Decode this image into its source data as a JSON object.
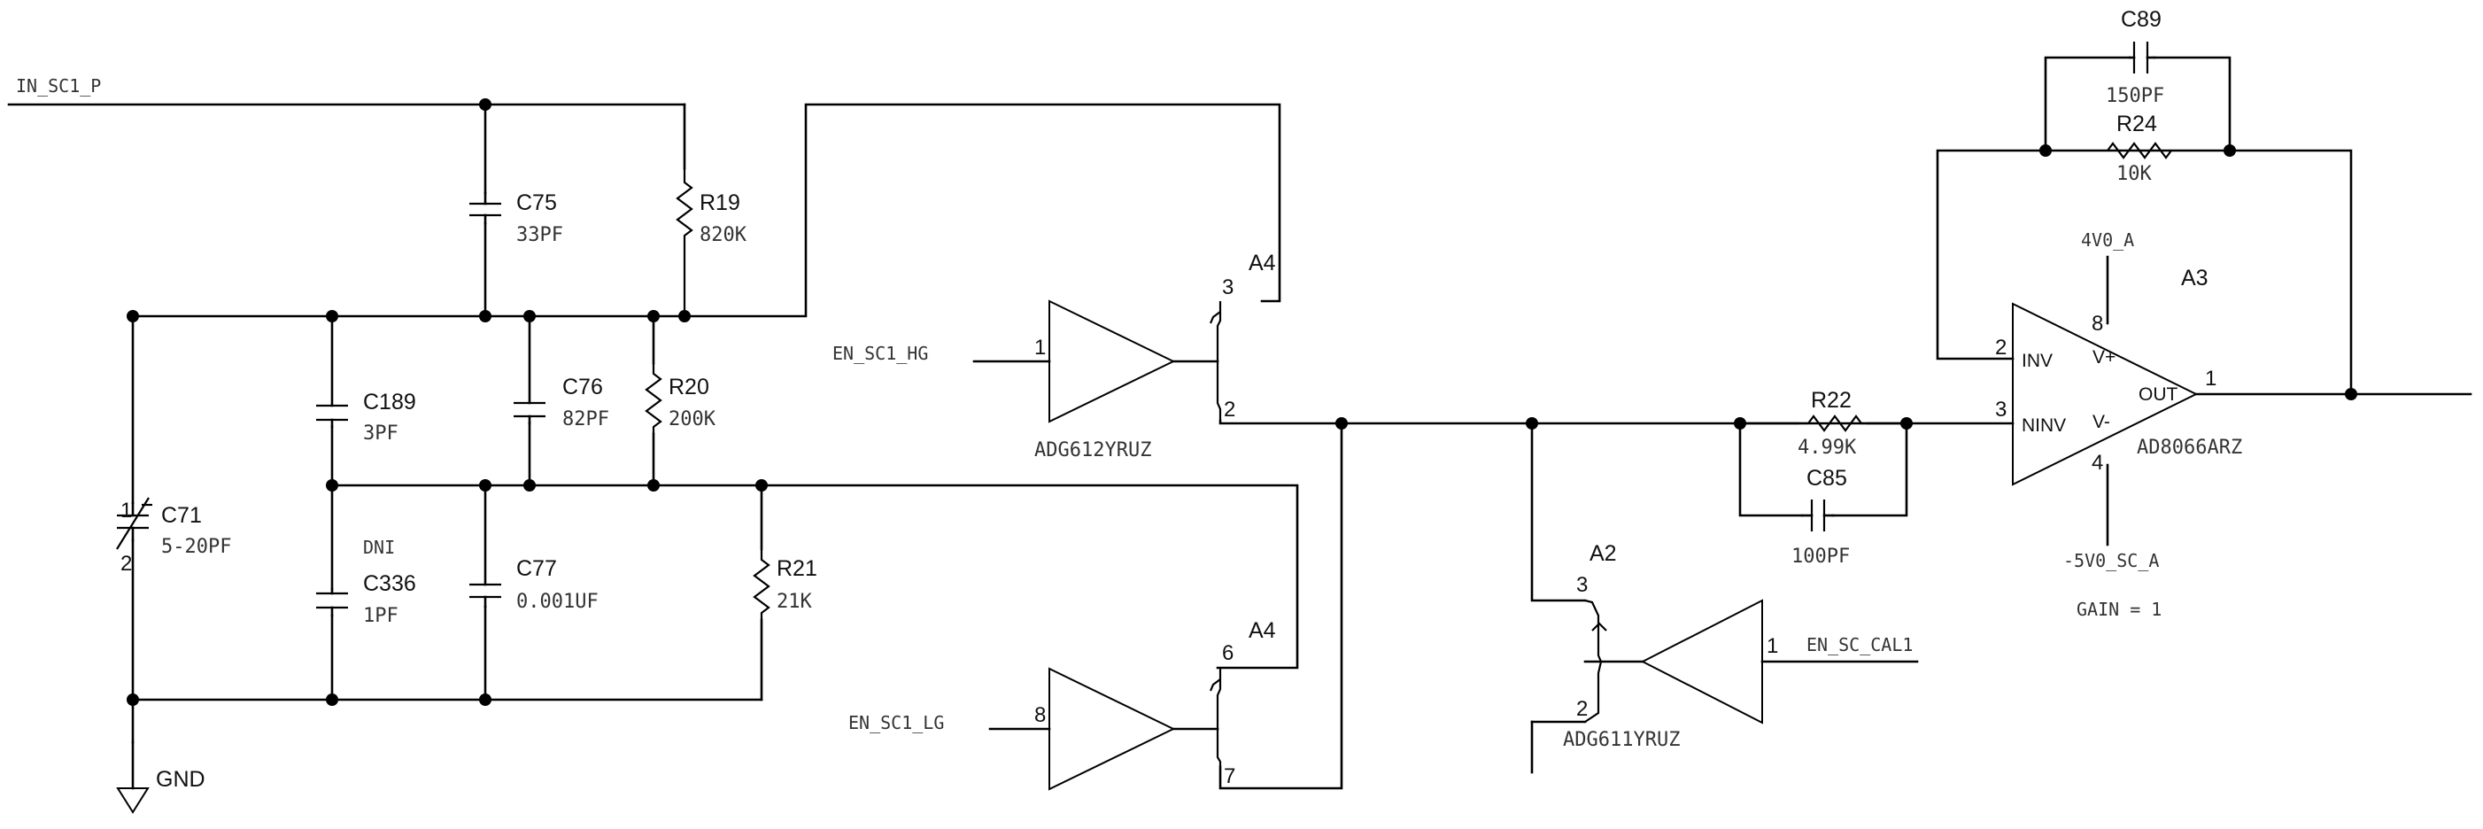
{
  "nets": {
    "in_sc1_p": "IN_SC1_P",
    "en_sc1_hg": "EN_SC1_HG",
    "en_sc1_lg": "EN_SC1_LG",
    "en_sc_cal1": "EN_SC_CAL1",
    "gnd": "GND",
    "v_pos": "4V0_A",
    "v_neg": "-5V0_SC_A"
  },
  "components": {
    "c75": {
      "ref": "C75",
      "value": "33PF"
    },
    "r19": {
      "ref": "R19",
      "value": "820K"
    },
    "c189": {
      "ref": "C189",
      "value": "3PF"
    },
    "c76": {
      "ref": "C76",
      "value": "82PF"
    },
    "r20": {
      "ref": "R20",
      "value": "200K"
    },
    "c71": {
      "ref": "C71",
      "value": "5-20PF",
      "pin1": "1",
      "pin2": "2"
    },
    "c336": {
      "ref": "C336",
      "value": "1PF",
      "note": "DNI"
    },
    "c77": {
      "ref": "C77",
      "value": "0.001UF"
    },
    "r21": {
      "ref": "R21",
      "value": "21K"
    },
    "r22": {
      "ref": "R22",
      "value": "4.99K"
    },
    "c85": {
      "ref": "C85",
      "value": "100PF"
    },
    "c89": {
      "ref": "C89",
      "value": "150PF"
    },
    "r24": {
      "ref": "R24",
      "value": "10K"
    }
  },
  "switches": {
    "a4_hg": {
      "ref": "A4",
      "part": "ADG612YRUZ",
      "pin_in": "1",
      "pin_a": "3",
      "pin_b": "2"
    },
    "a4_lg": {
      "ref": "A4",
      "pin_in": "8",
      "pin_a": "6",
      "pin_b": "7"
    },
    "a2": {
      "ref": "A2",
      "part": "ADG611YRUZ",
      "pin_in": "1",
      "pin_a": "3",
      "pin_b": "2"
    }
  },
  "opamp": {
    "ref": "A3",
    "part": "AD8066ARZ",
    "pin_inv": "2",
    "pin_ninv": "3",
    "pin_out": "1",
    "pin_vpos": "8",
    "pin_vneg": "4",
    "label_inv": "INV",
    "label_ninv": "NINV",
    "label_out": "OUT",
    "label_vpos": "V+",
    "label_vneg": "V-",
    "gain": "GAIN = 1"
  }
}
